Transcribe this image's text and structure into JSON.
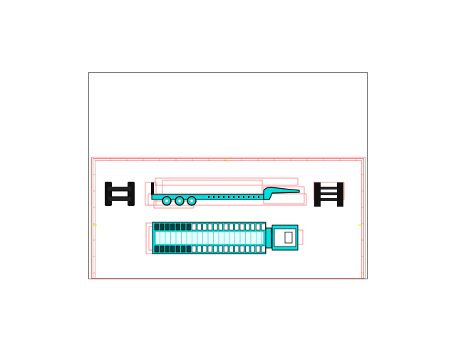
{
  "drawing": {
    "colors": {
      "sheet_border": "#555555",
      "frame": "#ff5555",
      "outline": "#000000",
      "detail": "#00e5e5",
      "center_mark": "#e5e500"
    },
    "views": [
      "front-end-view",
      "side-view",
      "rear-end-view",
      "top-view"
    ]
  }
}
